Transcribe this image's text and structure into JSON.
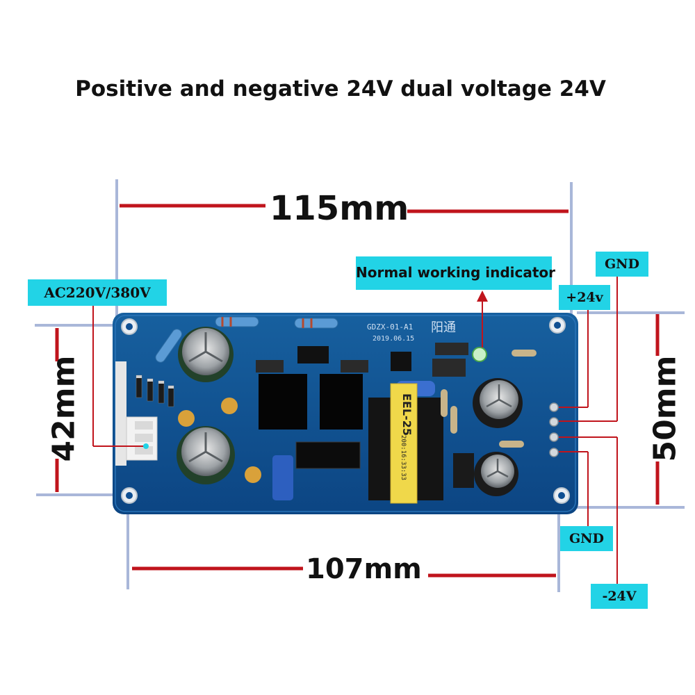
{
  "title": "Positive and negative 24V dual voltage 24V",
  "dimensions": {
    "top_width": "115mm",
    "bottom_width": "107mm",
    "left_height": "42mm",
    "right_height": "50mm"
  },
  "labels": {
    "ac_input": "AC220V/380V",
    "indicator": "Normal working indicator",
    "gnd_top": "GND",
    "plus_24v": "+24v",
    "gnd_bottom": "GND",
    "minus_24v": "-24V"
  },
  "board": {
    "model": "GDZX-01-A1",
    "date": "2019.06.15",
    "brand": "阳通",
    "transformer_text": "EEL-25",
    "transformer_serial": "200:16:33:33"
  },
  "colors": {
    "pcb": "#0f4f92",
    "label_bg": "#22d3e6",
    "arrow": "#c0141c",
    "guide_line": "#a9b7d9"
  }
}
